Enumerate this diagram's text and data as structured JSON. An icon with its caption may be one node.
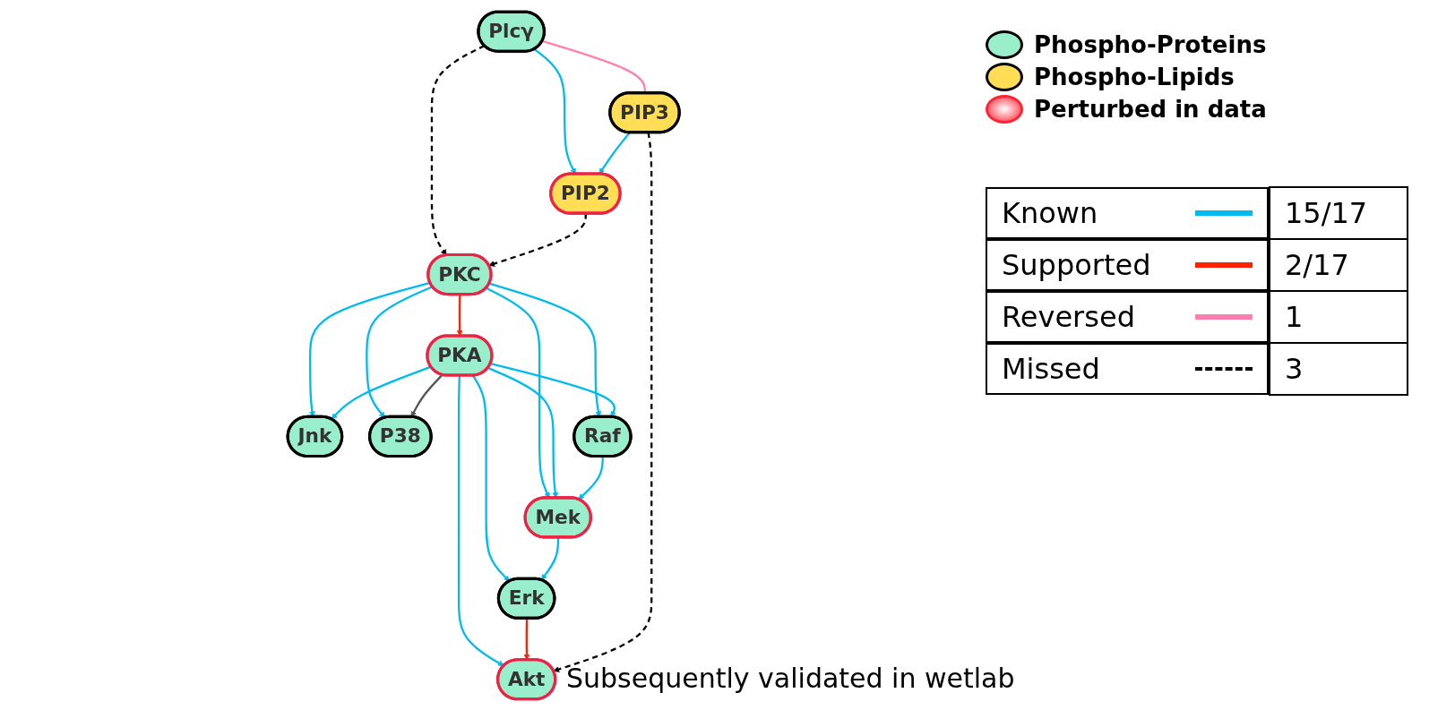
{
  "diagram": {
    "nodes": [
      {
        "text": [
          "PKC"
        ]
      },
      {
        "text": [
          "PKA"
        ]
      },
      {
        "text": [
          "Plcγ"
        ]
      },
      {
        "text": [
          "Jnk"
        ]
      },
      {
        "text": [
          "P38"
        ]
      },
      {
        "text": [
          "Raf"
        ]
      },
      {
        "text": [
          "Mek"
        ]
      },
      {
        "text": [
          "PIP3"
        ]
      },
      {
        "text": [
          "Erk"
        ]
      },
      {
        "text": [
          "PIP2"
        ]
      },
      {
        "text": [
          "Akt"
        ],
        "beside": [
          "Subsequently validated in wetlab"
        ]
      }
    ],
    "edges": [
      {
        "from": 0,
        "to": 1,
        "arrow": "to",
        "color": "#ff2200"
      },
      {
        "from": 0,
        "to": 3,
        "arrow": "to"
      },
      {
        "from": 0,
        "to": 4,
        "arrow": "to"
      },
      {
        "from": 0,
        "to": 5,
        "arrow": "to"
      },
      {
        "from": 0,
        "to": 6,
        "arrow": "to"
      },
      {
        "from": 1,
        "to": 3,
        "arrow": "to"
      },
      {
        "from": 1,
        "to": 4,
        "arrow": "to",
        "color": "#555555"
      },
      {
        "from": 1,
        "to": 5,
        "arrow": "to"
      },
      {
        "from": 1,
        "to": 6,
        "arrow": "to"
      },
      {
        "from": 1,
        "to": 8,
        "arrow": "to"
      },
      {
        "from": 1,
        "to": 10,
        "arrow": "to"
      },
      {
        "from": 5,
        "to": 6,
        "arrow": "to"
      },
      {
        "from": 6,
        "to": 8,
        "arrow": "to"
      },
      {
        "from": 8,
        "to": 10,
        "arrow": "to",
        "color": "#ff2200"
      },
      {
        "from": 2,
        "to": 9,
        "arrow": "to"
      },
      {
        "from": 2,
        "to": 7,
        "arrow": "none",
        "color": "#ff80b0"
      },
      {
        "from": 7,
        "to": 9,
        "arrow": "to"
      },
      {
        "from": 7,
        "to": 10,
        "arrow": "to",
        "style": "dashed",
        "color": "#000000"
      },
      {
        "from": 2,
        "to": 0,
        "arrow": "to",
        "style": "dashed",
        "color": "#000000"
      },
      {
        "from": 9,
        "to": 0,
        "arrow": "to",
        "style": "dashed",
        "color": "#000000"
      }
    ],
    "labels": [
      "15/17",
      "2/17",
      "1",
      "3"
    ],
    "legend": [
      {
        "text": "Phospho-Proteins",
        "color": "#99eecc"
      },
      {
        "text": "Phospho-Lipids",
        "color": "#ffdd55"
      },
      {
        "text": "Perturbed in data",
        "color": "#ff2233"
      },
      {
        "text": "Known"
      },
      {
        "text": "Supported"
      },
      {
        "text": "Reversed"
      },
      {
        "text": "Missed"
      }
    ]
  }
}
